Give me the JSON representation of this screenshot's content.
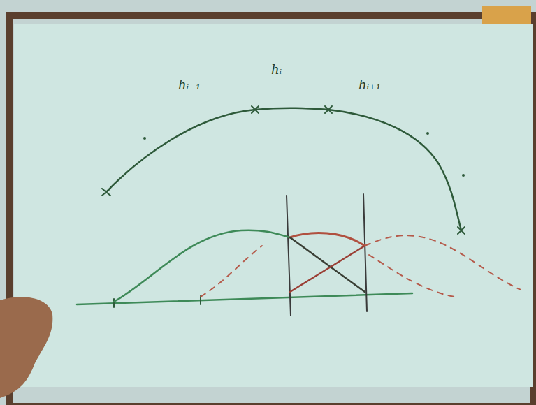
{
  "diagram": {
    "labels": [
      "hᵢ₋₁",
      "hᵢ",
      "hᵢ₊₁"
    ]
  }
}
